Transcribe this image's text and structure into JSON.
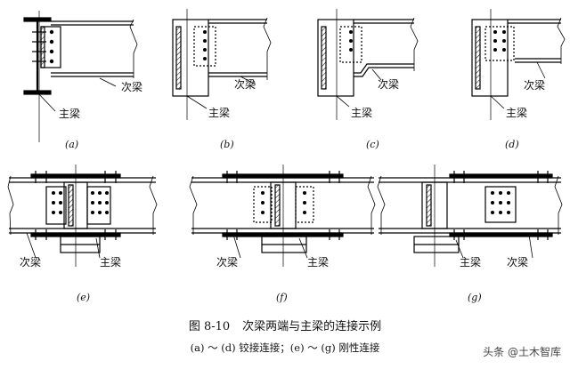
{
  "labels": {
    "secondary_beam": "次梁",
    "main_beam": "主梁"
  },
  "panels": [
    {
      "id": "a",
      "label": "(a)"
    },
    {
      "id": "b",
      "label": "(b)"
    },
    {
      "id": "c",
      "label": "(c)"
    },
    {
      "id": "d",
      "label": "(d)"
    },
    {
      "id": "e",
      "label": "(e)"
    },
    {
      "id": "f",
      "label": "(f)"
    },
    {
      "id": "g",
      "label": "(g)"
    }
  ],
  "caption": {
    "number": "图 8-10",
    "title": "次梁两端与主梁的连接示例",
    "note": "(a) ～ (d) 铰接连接；(e) ～ (g) 刚性连接"
  },
  "watermark": "头条 @土木智库"
}
